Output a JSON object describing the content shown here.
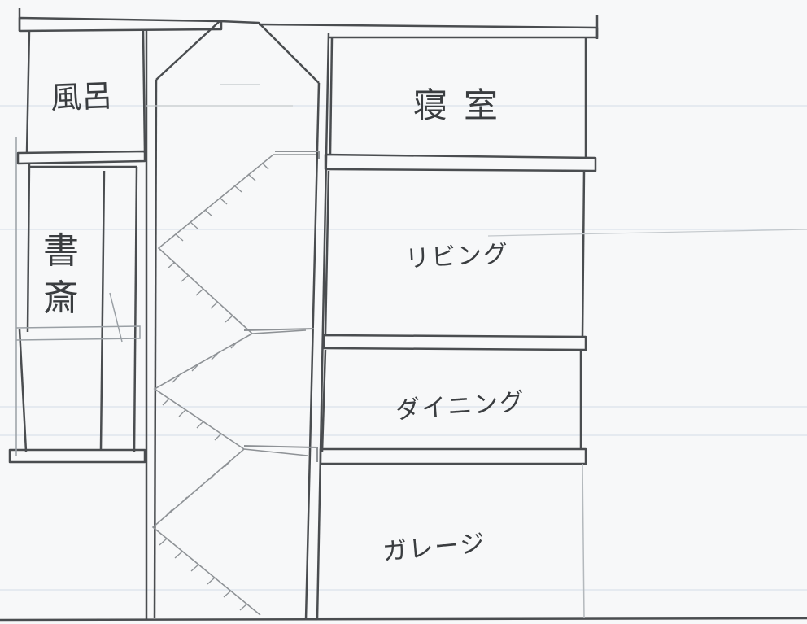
{
  "drawing": {
    "rooms": {
      "bath": "風呂",
      "bedroom": "寝室",
      "study": "書斎",
      "living": "リビング",
      "dining": "ダイニング",
      "garage": "ガレージ"
    }
  },
  "colors": {
    "paper": "#f7f8f9",
    "pencil": "#4a4d50",
    "faint": "#8e9296",
    "ruled_line": "#c9d6e2"
  }
}
